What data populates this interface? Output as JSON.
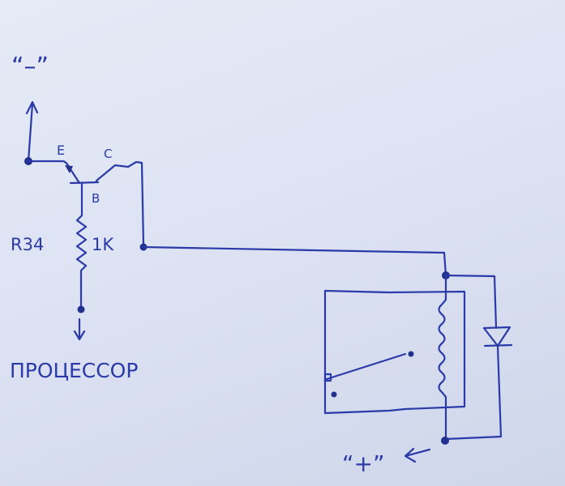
{
  "labels": {
    "minus_terminal": "“–”",
    "emitter": "E",
    "collector": "C",
    "base": "B",
    "resistor_name": "R34",
    "resistor_value": "1K",
    "processor": "ПРОЦЕССОР",
    "plus_terminal": "“+”"
  },
  "colors": {
    "ink": "#2a3aa8",
    "paper": "#dfe5f3"
  }
}
